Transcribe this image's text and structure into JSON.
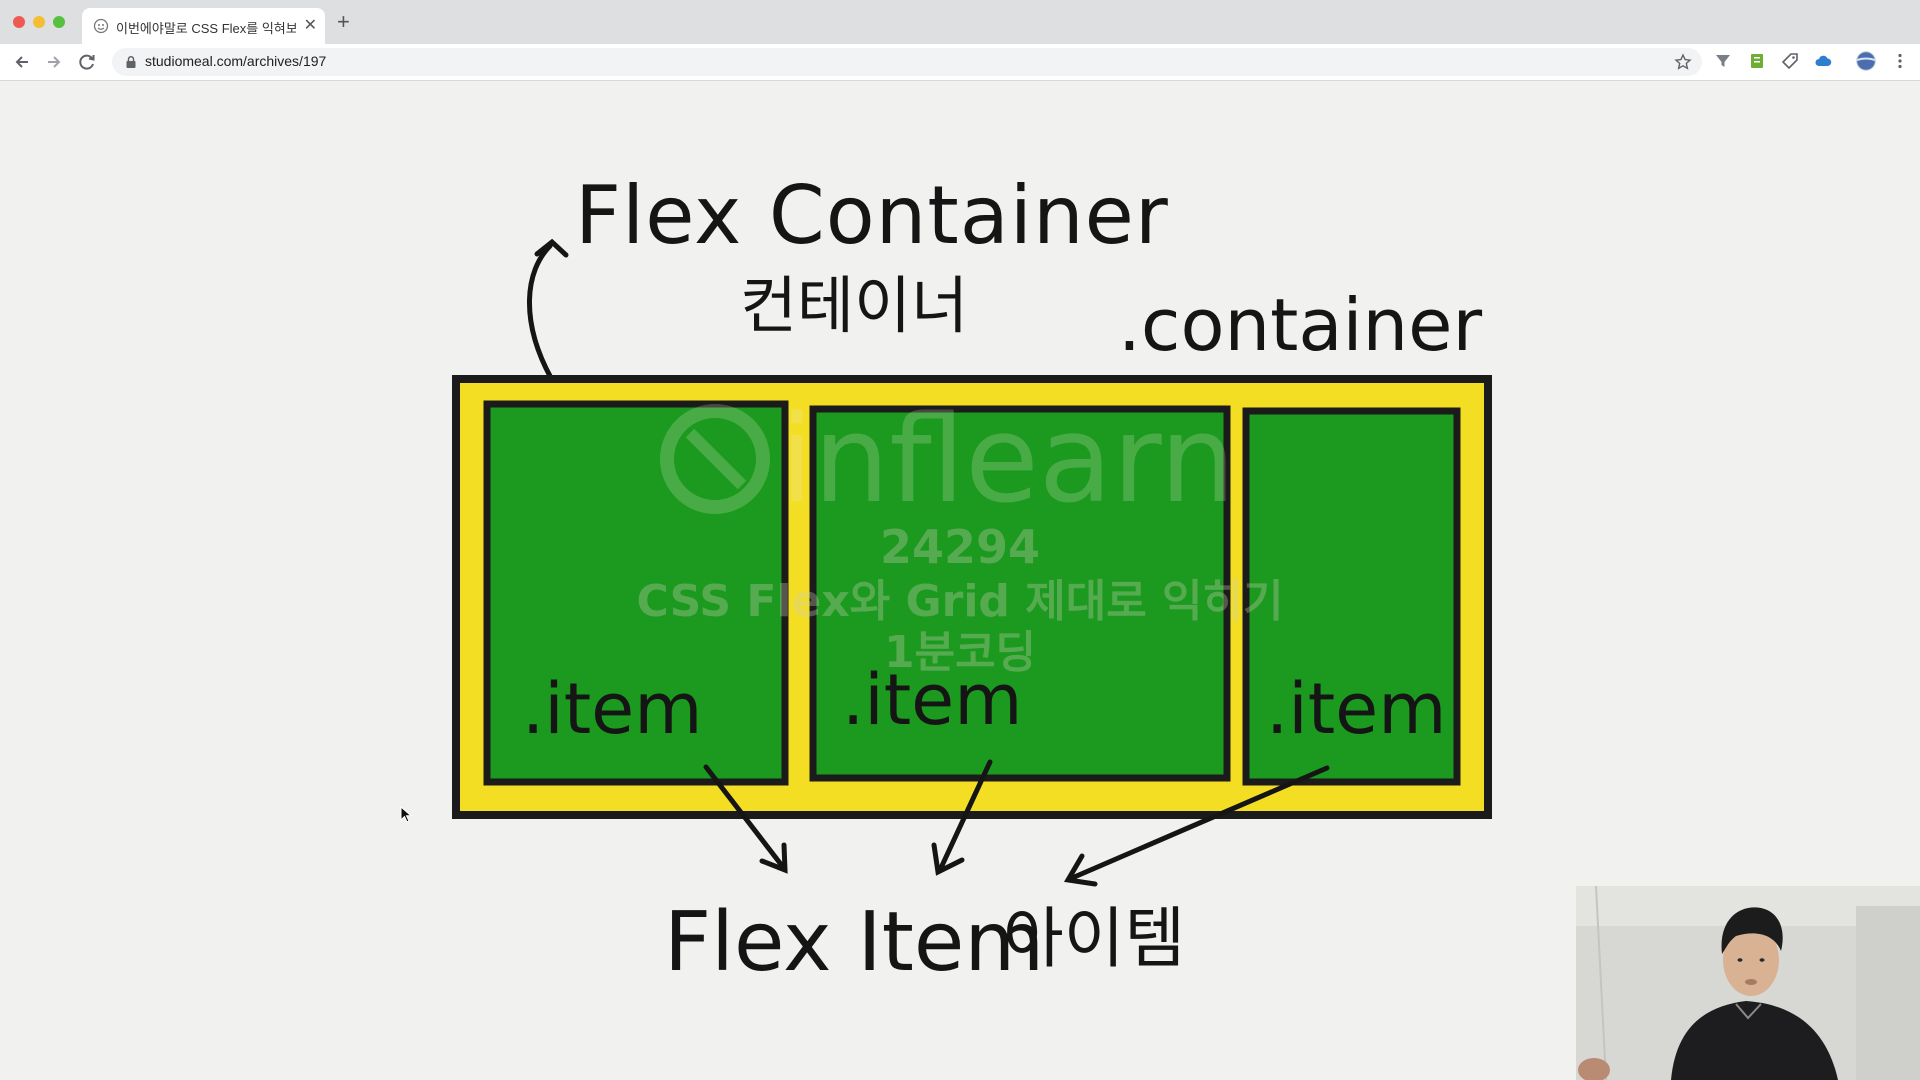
{
  "browser": {
    "tab": {
      "title": "이번에야말로 CSS Flex를 익혀보자",
      "favicon": "studiomeal-favicon"
    },
    "url": "studiomeal.com/archives/197",
    "extension_icons": [
      "filter-icon",
      "bookmark-green-icon",
      "tag-icon",
      "cloud-icon",
      "profile-avatar",
      "more-icon"
    ]
  },
  "diagram": {
    "title": "Flex Container",
    "title_korean": "컨테이너",
    "container_label": ".container",
    "item_labels": [
      ".item",
      ".item",
      ".item"
    ],
    "bottom_label": "Flex Item",
    "bottom_label_korean": "아이템",
    "colors": {
      "container_fill": "#f4de23",
      "item_fill": "#1b9a1f",
      "outline": "#1b1b1b",
      "background": "#f1f1ef"
    }
  },
  "watermark": {
    "brand": "inflearn",
    "id": "24294",
    "course": "CSS Flex와 Grid 제대로 익히기",
    "author": "1분코딩"
  }
}
